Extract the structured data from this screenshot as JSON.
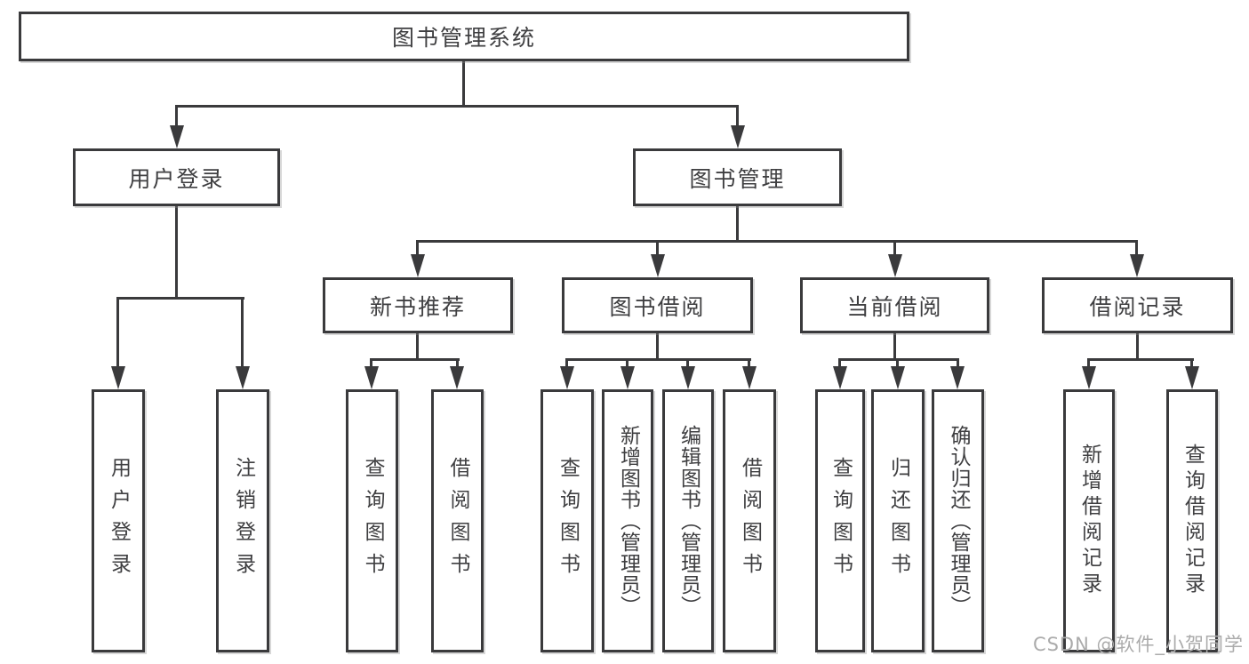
{
  "diagram": {
    "title": "图书管理系统",
    "level2": {
      "user_login": "用户登录",
      "book_mgmt": "图书管理"
    },
    "level3": {
      "new_books": "新书推荐",
      "book_borrow": "图书借阅",
      "current_borrow": "当前借阅",
      "borrow_records": "借阅记录"
    },
    "leaves": {
      "user_login": [
        "用户登录",
        "注销登录"
      ],
      "new_books": [
        "查询图书",
        "借阅图书"
      ],
      "book_borrow": [
        "查询图书",
        "新增图书（管理员）",
        "编辑图书（管理员）",
        "借阅图书"
      ],
      "current_borrow": [
        "查询图书",
        "归还图书",
        "确认归还（管理员）"
      ],
      "borrow_records": [
        "新增借阅记录",
        "查询借阅记录"
      ]
    },
    "watermark": "CSDN @软件_小贺同学",
    "colors": {
      "line": "#3a3a3c",
      "text": "#3f3f41",
      "watermark": "#ababab",
      "background": "#ffffff"
    }
  }
}
